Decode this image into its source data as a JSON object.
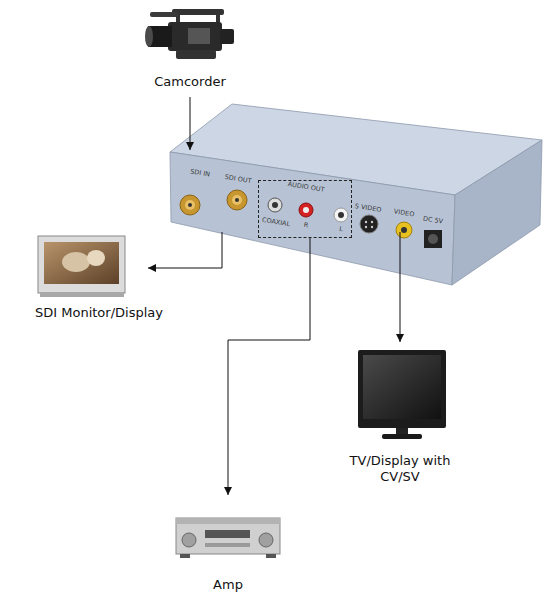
{
  "diagram": {
    "nodes": [
      {
        "text": [
          "Camcorder"
        ]
      },
      {
        "text": [
          "SDI IN",
          "SDI OUT",
          "S VIDEO",
          "VIDEO",
          "DC 5V"
        ]
      },
      {
        "text": [
          "AUDIO OUT",
          "COAXIAL",
          "R",
          "L"
        ],
        "in": 1
      },
      {
        "text": [
          "SDI Monitor/Display"
        ]
      },
      {
        "text": [
          "TV/Display with CV/SV"
        ]
      },
      {
        "text": [
          "Amp"
        ]
      }
    ],
    "edges": [
      {
        "from": 0,
        "to": 1,
        "arrow": "to"
      },
      {
        "from": 1,
        "to": 3,
        "arrow": "to"
      },
      {
        "from": 2,
        "to": 5,
        "arrow": "to"
      },
      {
        "from": 1,
        "to": 4,
        "arrow": "to"
      }
    ]
  }
}
